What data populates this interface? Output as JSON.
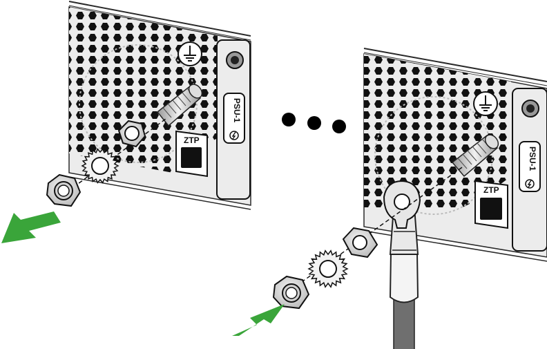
{
  "left_unit": {
    "ztp_label": "ZTP",
    "psu_label": "PSU-1"
  },
  "right_unit": {
    "ztp_label": "ZTP",
    "psu_label": "PSU-1"
  },
  "colors": {
    "arrow": "#3aa53a",
    "panel": "#ececec",
    "outline": "#2a2a2a",
    "wire": "#6f6f6f"
  }
}
